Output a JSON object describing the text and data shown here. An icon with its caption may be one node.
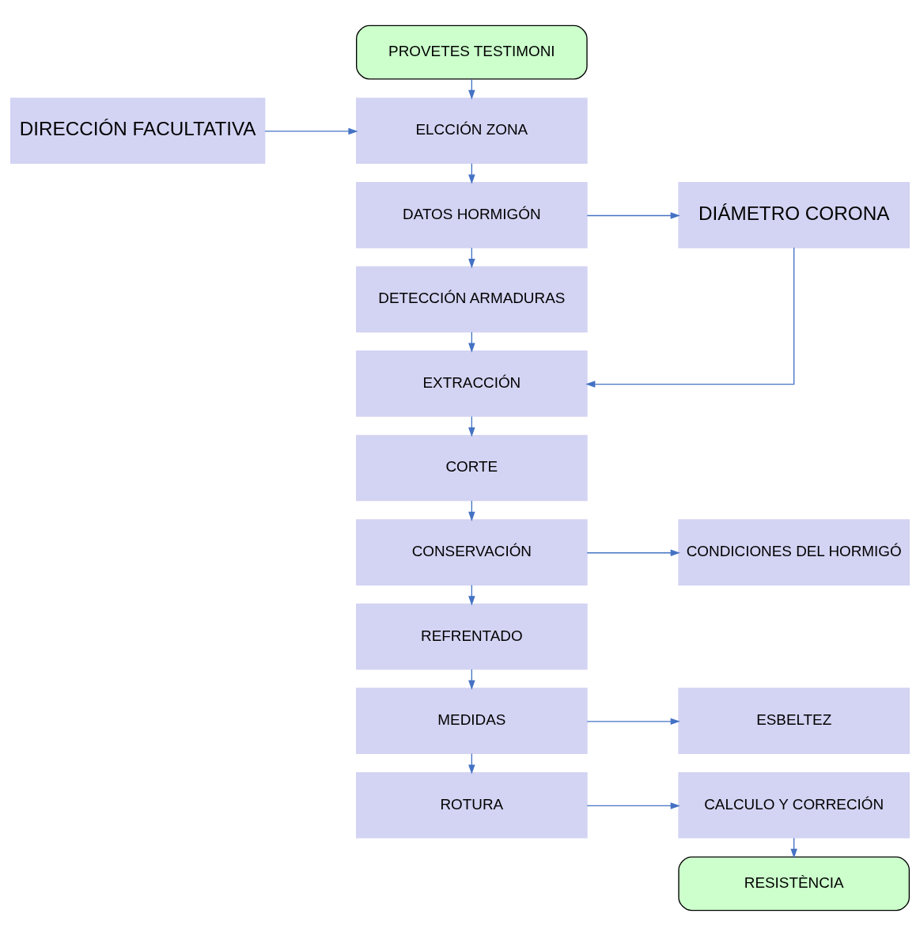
{
  "diagram": {
    "nodes": [
      {
        "text": [
          "PROVETES TESTIMONI"
        ]
      },
      {
        "text": [
          "DIRECCIÓN FACULTATIVA"
        ]
      },
      {
        "text": [
          "ELCCIÓN ZONA"
        ]
      },
      {
        "text": [
          "DATOS HORMIGÓN"
        ]
      },
      {
        "text": [
          "DIÁMETRO CORONA"
        ]
      },
      {
        "text": [
          "DETECCIÓN ARMADURAS"
        ]
      },
      {
        "text": [
          "EXTRACCIÓN"
        ]
      },
      {
        "text": [
          "CORTE"
        ]
      },
      {
        "text": [
          "CONSERVACIÓN"
        ]
      },
      {
        "text": [
          "CONDICIONES DEL HORMIGÓ"
        ]
      },
      {
        "text": [
          "REFRENTADO"
        ]
      },
      {
        "text": [
          "MEDIDAS"
        ]
      },
      {
        "text": [
          "ESBELTEZ"
        ]
      },
      {
        "text": [
          "ROTURA"
        ]
      },
      {
        "text": [
          "CALCULO Y CORRECIÓN"
        ]
      },
      {
        "text": [
          "RESISTÈNCIA"
        ]
      }
    ],
    "edges": [
      {
        "from": 0,
        "to": 2,
        "arrow": "to"
      },
      {
        "from": 1,
        "to": 2,
        "arrow": "to"
      },
      {
        "from": 2,
        "to": 3,
        "arrow": "to"
      },
      {
        "from": 3,
        "to": 4,
        "arrow": "to"
      },
      {
        "from": 3,
        "to": 5,
        "arrow": "to"
      },
      {
        "from": 5,
        "to": 6,
        "arrow": "to"
      },
      {
        "from": 4,
        "to": 6,
        "arrow": "to"
      },
      {
        "from": 6,
        "to": 7,
        "arrow": "to"
      },
      {
        "from": 7,
        "to": 8,
        "arrow": "to"
      },
      {
        "from": 8,
        "to": 9,
        "arrow": "to"
      },
      {
        "from": 8,
        "to": 10,
        "arrow": "to"
      },
      {
        "from": 10,
        "to": 11,
        "arrow": "to"
      },
      {
        "from": 11,
        "to": 12,
        "arrow": "to"
      },
      {
        "from": 11,
        "to": 13,
        "arrow": "to"
      },
      {
        "from": 13,
        "to": 14,
        "arrow": "to"
      },
      {
        "from": 14,
        "to": 15,
        "arrow": "to"
      }
    ]
  }
}
